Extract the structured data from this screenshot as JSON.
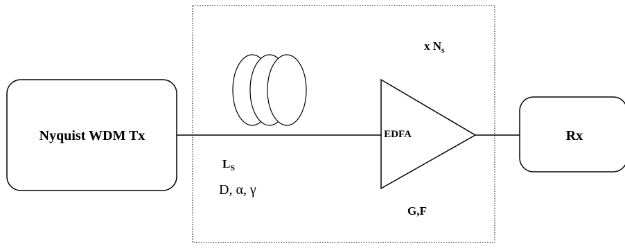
{
  "transmitter": {
    "label": "Nyquist WDM Tx"
  },
  "receiver": {
    "label": "Rx"
  },
  "amplifier": {
    "label": "EDFA",
    "params": "G,F"
  },
  "span": {
    "count_prefix": "x N",
    "count_sub": "s",
    "length_main": "L",
    "length_sub": "S",
    "fiber_params": "D, α, γ"
  },
  "colors": {
    "stroke": "#000000",
    "background": "#ffffff"
  },
  "icons": {
    "fiber": "fiber-coil-icon",
    "amplifier": "amplifier-triangle-icon"
  }
}
